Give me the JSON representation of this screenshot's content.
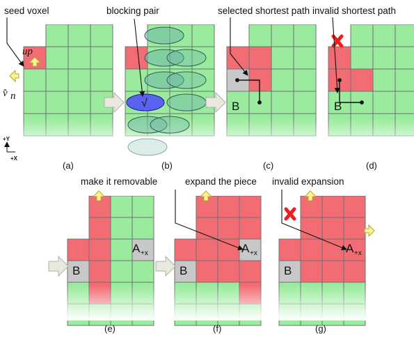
{
  "colors": {
    "green": "#9aeb9d",
    "red": "#f26d73",
    "gray": "#c8c8c8",
    "grid_line": "#707070",
    "blue": "#5a63f0",
    "arrow_fill": "#fdf38e",
    "ghost_arrow": "#e9e9e0",
    "cross": "#ee1c1c"
  },
  "annotations": {
    "a": "seed voxel",
    "b": "blocking pair",
    "c": "selected shortest path",
    "d": "invalid shortest path",
    "e": "make it removable",
    "f": "expand the piece",
    "g": "invalid expansion"
  },
  "captions": {
    "a": "(a)",
    "b": "(b)",
    "c": "(c)",
    "d": "(d)",
    "e": "(e)",
    "f": "(f)",
    "g": "(g)"
  },
  "labels": {
    "up": "up",
    "normal": "v̂",
    "normal_sub": "n",
    "check": "√",
    "cell_b": "B",
    "cell_a": "A",
    "cell_a_sub": "+x",
    "axis_y": "+Y",
    "axis_x": "+X"
  },
  "panels": [
    {
      "id": "a",
      "rows": [
        "_GGG",
        "RGGG",
        "GGGG",
        "GGGG",
        "GGGG"
      ]
    },
    {
      "id": "b",
      "rows": [
        "_GGG",
        "RGGG",
        "GGGG",
        "GGGG",
        "GGGG"
      ]
    },
    {
      "id": "c",
      "rows": [
        "_GGG",
        "RRGG",
        "YRGG",
        "GGGG",
        "GGGG"
      ]
    },
    {
      "id": "d",
      "rows": [
        "_GGG",
        "RGGG",
        "RRGG",
        "GGGG",
        "GGGG"
      ]
    },
    {
      "id": "e",
      "rows": [
        "_RGG",
        "_RGG",
        "RRGY",
        "YRGG",
        "GRGG",
        "GGGG"
      ]
    },
    {
      "id": "f",
      "rows": [
        "_RRR",
        "_RRR",
        "RRRY",
        "YRRR",
        "GGGR",
        "GGGG"
      ]
    },
    {
      "id": "g",
      "rows": [
        "_RRR",
        "_RRR",
        "RRRR",
        "YRRR",
        "GGGG",
        "GGGG"
      ]
    }
  ]
}
